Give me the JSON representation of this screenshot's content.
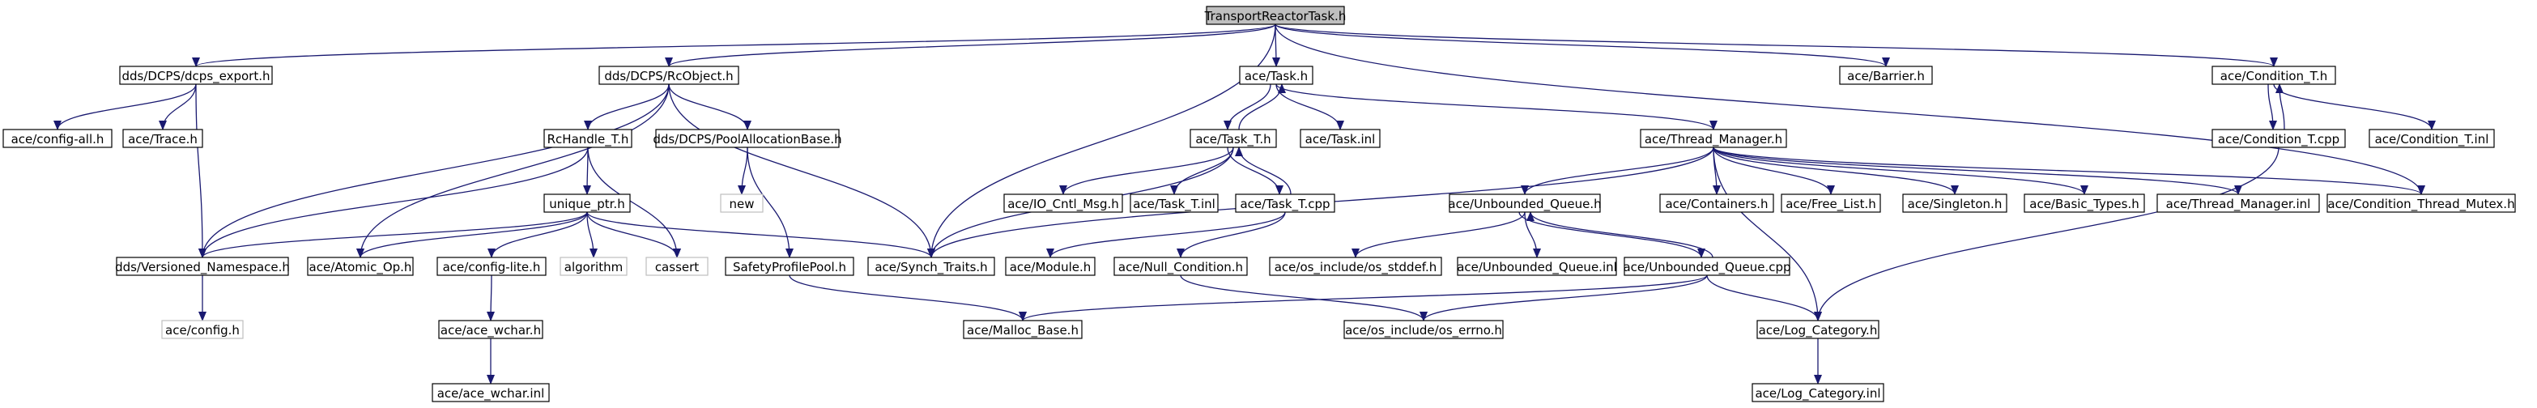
{
  "graph": {
    "nodes": [
      {
        "id": "root",
        "label": "TransportReactorTask.h",
        "style": "root"
      },
      {
        "id": "dcps_export",
        "label": "dds/DCPS/dcps_export.h",
        "style": "normal"
      },
      {
        "id": "rcobject",
        "label": "dds/DCPS/RcObject.h",
        "style": "normal"
      },
      {
        "id": "task",
        "label": "ace/Task.h",
        "style": "normal"
      },
      {
        "id": "barrier",
        "label": "ace/Barrier.h",
        "style": "normal"
      },
      {
        "id": "condition_t",
        "label": "ace/Condition_T.h",
        "style": "normal"
      },
      {
        "id": "config_all",
        "label": "ace/config-all.h",
        "style": "normal"
      },
      {
        "id": "trace",
        "label": "ace/Trace.h",
        "style": "normal"
      },
      {
        "id": "rchandle",
        "label": "RcHandle_T.h",
        "style": "normal"
      },
      {
        "id": "poolalloc",
        "label": "dds/DCPS/PoolAllocationBase.h",
        "style": "normal"
      },
      {
        "id": "task_t",
        "label": "ace/Task_T.h",
        "style": "normal"
      },
      {
        "id": "task_inl",
        "label": "ace/Task.inl",
        "style": "normal"
      },
      {
        "id": "thread_manager",
        "label": "ace/Thread_Manager.h",
        "style": "normal"
      },
      {
        "id": "condition_t_cpp",
        "label": "ace/Condition_T.cpp",
        "style": "normal"
      },
      {
        "id": "condition_t_inl",
        "label": "ace/Condition_T.inl",
        "style": "normal"
      },
      {
        "id": "unique_ptr",
        "label": "unique_ptr.h",
        "style": "normal"
      },
      {
        "id": "new",
        "label": "new",
        "style": "grey"
      },
      {
        "id": "io_cntl",
        "label": "ace/IO_Cntl_Msg.h",
        "style": "normal"
      },
      {
        "id": "task_t_inl",
        "label": "ace/Task_T.inl",
        "style": "normal"
      },
      {
        "id": "task_t_cpp",
        "label": "ace/Task_T.cpp",
        "style": "normal"
      },
      {
        "id": "unbounded_queue",
        "label": "ace/Unbounded_Queue.h",
        "style": "normal"
      },
      {
        "id": "containers",
        "label": "ace/Containers.h",
        "style": "normal"
      },
      {
        "id": "free_list",
        "label": "ace/Free_List.h",
        "style": "normal"
      },
      {
        "id": "singleton",
        "label": "ace/Singleton.h",
        "style": "normal"
      },
      {
        "id": "basic_types",
        "label": "ace/Basic_Types.h",
        "style": "normal"
      },
      {
        "id": "thread_manager_inl",
        "label": "ace/Thread_Manager.inl",
        "style": "normal"
      },
      {
        "id": "condition_thread_mutex",
        "label": "ace/Condition_Thread_Mutex.h",
        "style": "normal"
      },
      {
        "id": "versioned_ns",
        "label": "dds/Versioned_Namespace.h",
        "style": "normal"
      },
      {
        "id": "atomic_op",
        "label": "ace/Atomic_Op.h",
        "style": "normal"
      },
      {
        "id": "config_lite",
        "label": "ace/config-lite.h",
        "style": "normal"
      },
      {
        "id": "algorithm",
        "label": "algorithm",
        "style": "grey"
      },
      {
        "id": "cassert",
        "label": "cassert",
        "style": "grey"
      },
      {
        "id": "synch_traits",
        "label": "ace/Synch_Traits.h",
        "style": "normal"
      },
      {
        "id": "safety_profile",
        "label": "SafetyProfilePool.h",
        "style": "normal"
      },
      {
        "id": "module",
        "label": "ace/Module.h",
        "style": "normal"
      },
      {
        "id": "null_condition",
        "label": "ace/Null_Condition.h",
        "style": "normal"
      },
      {
        "id": "os_stddef",
        "label": "ace/os_include/os_stddef.h",
        "style": "normal"
      },
      {
        "id": "unbounded_queue_inl",
        "label": "ace/Unbounded_Queue.inl",
        "style": "normal"
      },
      {
        "id": "unbounded_queue_cpp",
        "label": "ace/Unbounded_Queue.cpp",
        "style": "normal"
      },
      {
        "id": "ace_config",
        "label": "ace/config.h",
        "style": "grey"
      },
      {
        "id": "ace_wchar",
        "label": "ace/ace_wchar.h",
        "style": "normal"
      },
      {
        "id": "malloc_base",
        "label": "ace/Malloc_Base.h",
        "style": "normal"
      },
      {
        "id": "os_errno",
        "label": "ace/os_include/os_errno.h",
        "style": "normal"
      },
      {
        "id": "log_category",
        "label": "ace/Log_Category.h",
        "style": "normal"
      },
      {
        "id": "ace_wchar_inl",
        "label": "ace/ace_wchar.inl",
        "style": "normal"
      },
      {
        "id": "log_category_inl",
        "label": "ace/Log_Category.inl",
        "style": "normal"
      }
    ],
    "edges": [
      [
        "root",
        "dcps_export"
      ],
      [
        "root",
        "rcobject"
      ],
      [
        "root",
        "task"
      ],
      [
        "root",
        "barrier"
      ],
      [
        "root",
        "condition_t"
      ],
      [
        "root",
        "synch_traits"
      ],
      [
        "root",
        "condition_thread_mutex"
      ],
      [
        "dcps_export",
        "config_all"
      ],
      [
        "dcps_export",
        "trace"
      ],
      [
        "dcps_export",
        "versioned_ns"
      ],
      [
        "rcobject",
        "rchandle"
      ],
      [
        "rcobject",
        "poolalloc"
      ],
      [
        "rcobject",
        "versioned_ns"
      ],
      [
        "rcobject",
        "atomic_op"
      ],
      [
        "rcobject",
        "synch_traits"
      ],
      [
        "task",
        "task_t"
      ],
      [
        "task",
        "task_inl"
      ],
      [
        "task",
        "thread_manager"
      ],
      [
        "condition_t",
        "condition_t_cpp"
      ],
      [
        "condition_t",
        "condition_t_inl"
      ],
      [
        "condition_t_cpp",
        "condition_t"
      ],
      [
        "condition_t_cpp",
        "log_category"
      ],
      [
        "rchandle",
        "unique_ptr"
      ],
      [
        "rchandle",
        "versioned_ns"
      ],
      [
        "rchandle",
        "cassert"
      ],
      [
        "poolalloc",
        "new"
      ],
      [
        "poolalloc",
        "safety_profile"
      ],
      [
        "task_t",
        "task"
      ],
      [
        "task_t",
        "synch_traits"
      ],
      [
        "task_t",
        "io_cntl"
      ],
      [
        "task_t",
        "task_t_inl"
      ],
      [
        "task_t",
        "task_t_cpp"
      ],
      [
        "task_t_cpp",
        "task_t"
      ],
      [
        "task_t_cpp",
        "module"
      ],
      [
        "task_t_cpp",
        "null_condition"
      ],
      [
        "unique_ptr",
        "versioned_ns"
      ],
      [
        "unique_ptr",
        "atomic_op"
      ],
      [
        "unique_ptr",
        "config_lite"
      ],
      [
        "unique_ptr",
        "algorithm"
      ],
      [
        "unique_ptr",
        "cassert"
      ],
      [
        "unique_ptr",
        "synch_traits"
      ],
      [
        "thread_manager",
        "synch_traits"
      ],
      [
        "thread_manager",
        "unbounded_queue"
      ],
      [
        "thread_manager",
        "containers"
      ],
      [
        "thread_manager",
        "free_list"
      ],
      [
        "thread_manager",
        "singleton"
      ],
      [
        "thread_manager",
        "basic_types"
      ],
      [
        "thread_manager",
        "thread_manager_inl"
      ],
      [
        "thread_manager",
        "condition_thread_mutex"
      ],
      [
        "thread_manager",
        "log_category"
      ],
      [
        "unbounded_queue",
        "os_stddef"
      ],
      [
        "unbounded_queue",
        "unbounded_queue_inl"
      ],
      [
        "unbounded_queue",
        "unbounded_queue_cpp"
      ],
      [
        "unbounded_queue_cpp",
        "unbounded_queue"
      ],
      [
        "unbounded_queue_cpp",
        "malloc_base"
      ],
      [
        "unbounded_queue_cpp",
        "os_errno"
      ],
      [
        "unbounded_queue_cpp",
        "log_category"
      ],
      [
        "versioned_ns",
        "ace_config"
      ],
      [
        "config_lite",
        "ace_wchar"
      ],
      [
        "ace_wchar",
        "ace_wchar_inl"
      ],
      [
        "safety_profile",
        "malloc_base"
      ],
      [
        "null_condition",
        "os_errno"
      ],
      [
        "log_category",
        "log_category_inl"
      ]
    ]
  }
}
